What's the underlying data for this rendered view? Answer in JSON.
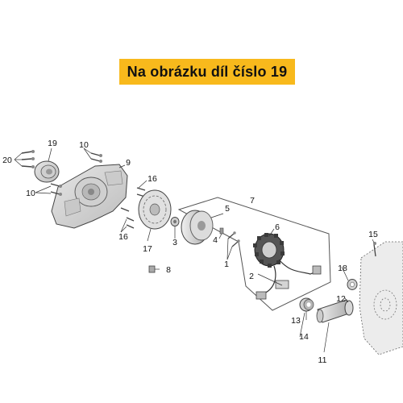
{
  "banner": {
    "text": "Na obrázku díl číslo 19"
  },
  "colors": {
    "banner": "#f8b91c",
    "line": "#333333",
    "part_fill": "#d9d9d9",
    "part_dark": "#8c8c8c"
  },
  "parts": [
    {
      "id": "p1",
      "label": "1"
    },
    {
      "id": "p2",
      "label": "2"
    },
    {
      "id": "p3",
      "label": "3"
    },
    {
      "id": "p4",
      "label": "4"
    },
    {
      "id": "p5",
      "label": "5"
    },
    {
      "id": "p6",
      "label": "6"
    },
    {
      "id": "p7",
      "label": "7"
    },
    {
      "id": "p8",
      "label": "8"
    },
    {
      "id": "p9",
      "label": "9"
    },
    {
      "id": "p10a",
      "label": "10"
    },
    {
      "id": "p10b",
      "label": "10"
    },
    {
      "id": "p11",
      "label": "11"
    },
    {
      "id": "p12",
      "label": "12"
    },
    {
      "id": "p13",
      "label": "13"
    },
    {
      "id": "p14",
      "label": "14"
    },
    {
      "id": "p15",
      "label": "15"
    },
    {
      "id": "p16a",
      "label": "16"
    },
    {
      "id": "p16b",
      "label": "16"
    },
    {
      "id": "p17",
      "label": "17"
    },
    {
      "id": "p18",
      "label": "18"
    },
    {
      "id": "p19",
      "label": "19"
    },
    {
      "id": "p20",
      "label": "20"
    }
  ]
}
